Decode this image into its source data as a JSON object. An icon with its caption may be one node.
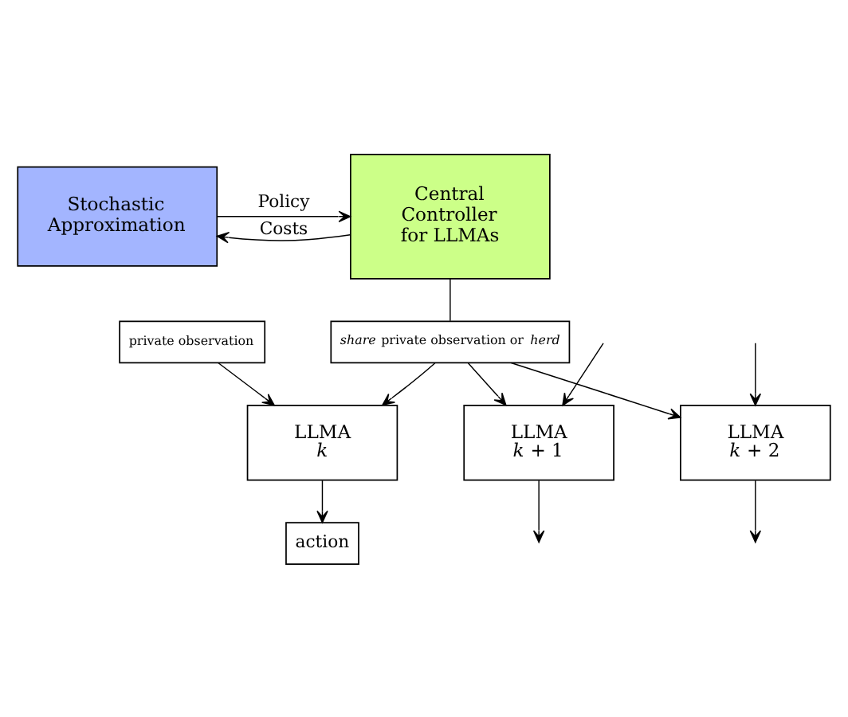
{
  "diagram": {
    "nodes": [
      {
        "text": [
          "Stochastic Approximation"
        ]
      },
      {
        "text": [
          "Central Controller for LLMAs"
        ]
      },
      {
        "text": [
          "*share* private observation or *herd*"
        ]
      },
      {
        "text": [
          "private observation"
        ]
      },
      {
        "text": [
          "LLMA",
          "*k*"
        ]
      },
      {
        "text": [
          "LLMA",
          "*k* + 1"
        ]
      },
      {
        "text": [
          "LLMA",
          "*k* + 2"
        ]
      },
      {
        "text": [
          "action"
        ]
      }
    ],
    "edges": [
      {
        "from": 0,
        "to": 1,
        "arrow": "to",
        "label": "Policy"
      },
      {
        "from": 1,
        "to": 0,
        "arrow": "to",
        "label": "Costs"
      },
      {
        "from": 1,
        "to": 2,
        "arrow": "none"
      },
      {
        "from": 2,
        "to": 4,
        "arrow": "to"
      },
      {
        "from": 2,
        "to": 5,
        "arrow": "to"
      },
      {
        "from": 2,
        "to": 6,
        "arrow": "to"
      },
      {
        "from": 3,
        "to": 4,
        "arrow": "to"
      },
      {
        "from": null,
        "to": 5,
        "arrow": "to"
      },
      {
        "from": null,
        "to": 6,
        "arrow": "to"
      },
      {
        "from": 4,
        "to": 7,
        "arrow": "to"
      },
      {
        "from": 5,
        "to": null,
        "arrow": "to"
      },
      {
        "from": 6,
        "to": null,
        "arrow": "to"
      }
    ]
  }
}
